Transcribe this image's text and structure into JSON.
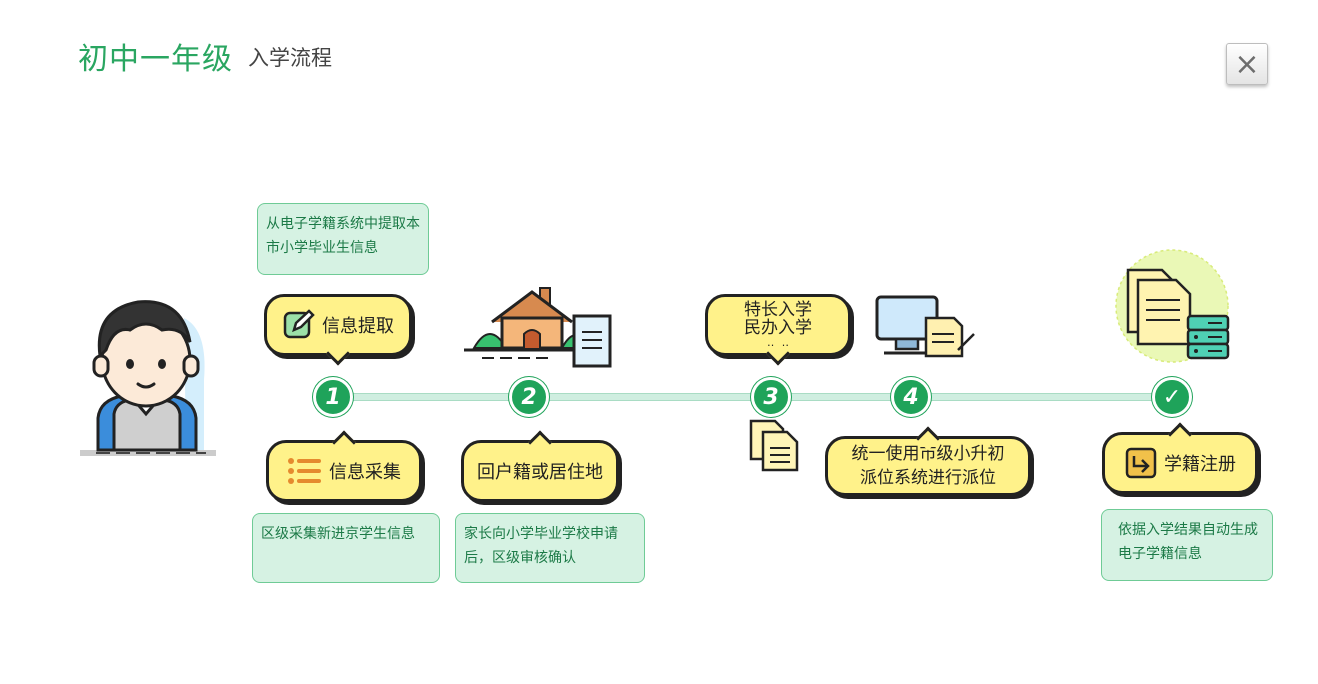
{
  "header": {
    "title": "初中一年级",
    "subtitle": "入学流程",
    "close_icon": "×"
  },
  "steps": [
    {
      "number": "1",
      "label_top": "信息提取",
      "note_top": "从电子学籍系统中提取本市小学毕业生信息",
      "label_bottom": "信息采集",
      "note_bottom": "区级采集新进京学生信息"
    },
    {
      "number": "2",
      "label_bottom": "回户籍或居住地",
      "note_bottom": "家长向小学毕业学校申请后，区级审核确认"
    },
    {
      "number": "3",
      "label_top_line1": "特长入学",
      "label_top_line2": "民办入学",
      "label_top_line3": "……"
    },
    {
      "number": "4",
      "label_bottom_line1": "统一使用市级小升初",
      "label_bottom_line2": "派位系统进行派位"
    },
    {
      "number": "✓",
      "label_bottom": "学籍注册",
      "note_bottom": "依据入学结果自动生成电子学籍信息"
    }
  ],
  "colors": {
    "accent": "#2aa661",
    "node": "#1fa35a",
    "bubble": "#fff28a",
    "note_bg": "#d6f2e3",
    "note_text": "#1c7a47"
  }
}
